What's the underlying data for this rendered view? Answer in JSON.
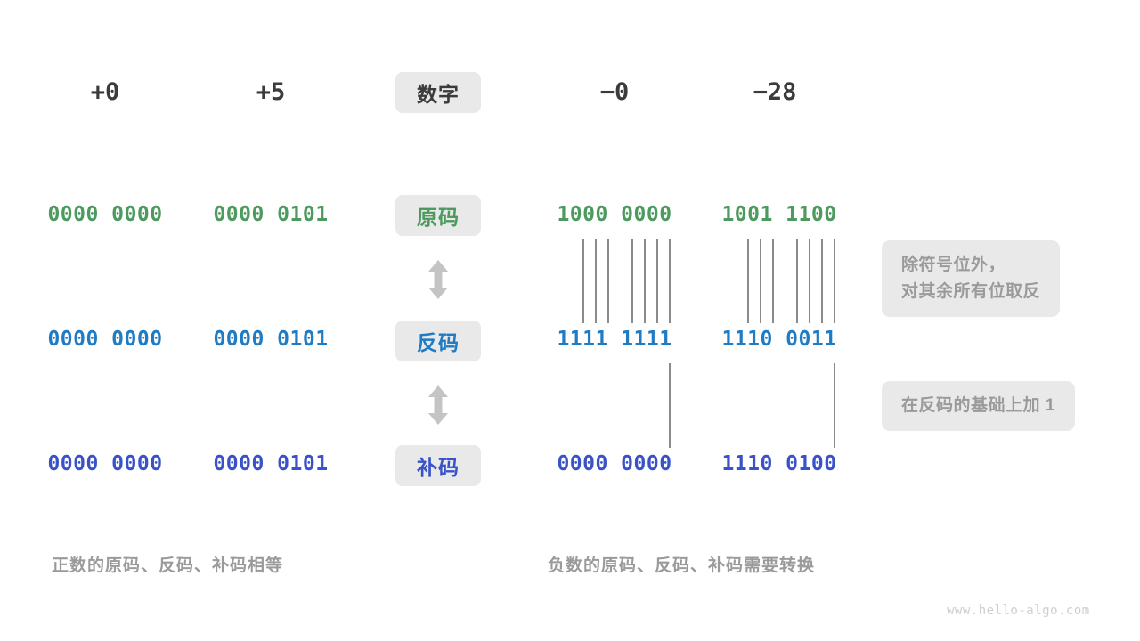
{
  "header": {
    "positive_zero": "+0",
    "positive_five": "+5",
    "badge_label": "数字",
    "negative_zero": "−0",
    "negative_twentyeight": "−28"
  },
  "rows": [
    {
      "badge": "原码",
      "color": "#4c9a5e",
      "plus_zero": "0000 0000",
      "plus_five": "0000 0101",
      "minus_zero": "1000 0000",
      "minus_28": "1001 1100"
    },
    {
      "badge": "反码",
      "color": "#1f7bc4",
      "plus_zero": "0000 0000",
      "plus_five": "0000 0101",
      "minus_zero": "1111 1111",
      "minus_28": "1110 0011"
    },
    {
      "badge": "补码",
      "color": "#3a52c8",
      "plus_zero": "0000 0000",
      "plus_five": "0000 0101",
      "minus_zero": "0000 0000",
      "minus_28": "1110 0100"
    }
  ],
  "arrows": {
    "between_1_2": "double-arrow-vertical",
    "between_2_3": "double-arrow-vertical"
  },
  "notes": [
    {
      "text": "除符号位外，\n对其余所有位取反"
    },
    {
      "text": "在反码的基础上加  1"
    }
  ],
  "captions": {
    "left": "正数的原码、反码、补码相等",
    "right": "负数的原码、反码、补码需要转换"
  },
  "watermark": "www.hello-algo.com",
  "palette": {
    "badge_bg": "#e9e9e9",
    "note_bg": "#e9e9e9",
    "note_text": "#9a9a9a",
    "tick_line": "#8a8a8a",
    "header_text": "#3b3b3b",
    "arrow": "#c4c4c4",
    "watermark": "#cfcfcf",
    "background": "#ffffff"
  }
}
